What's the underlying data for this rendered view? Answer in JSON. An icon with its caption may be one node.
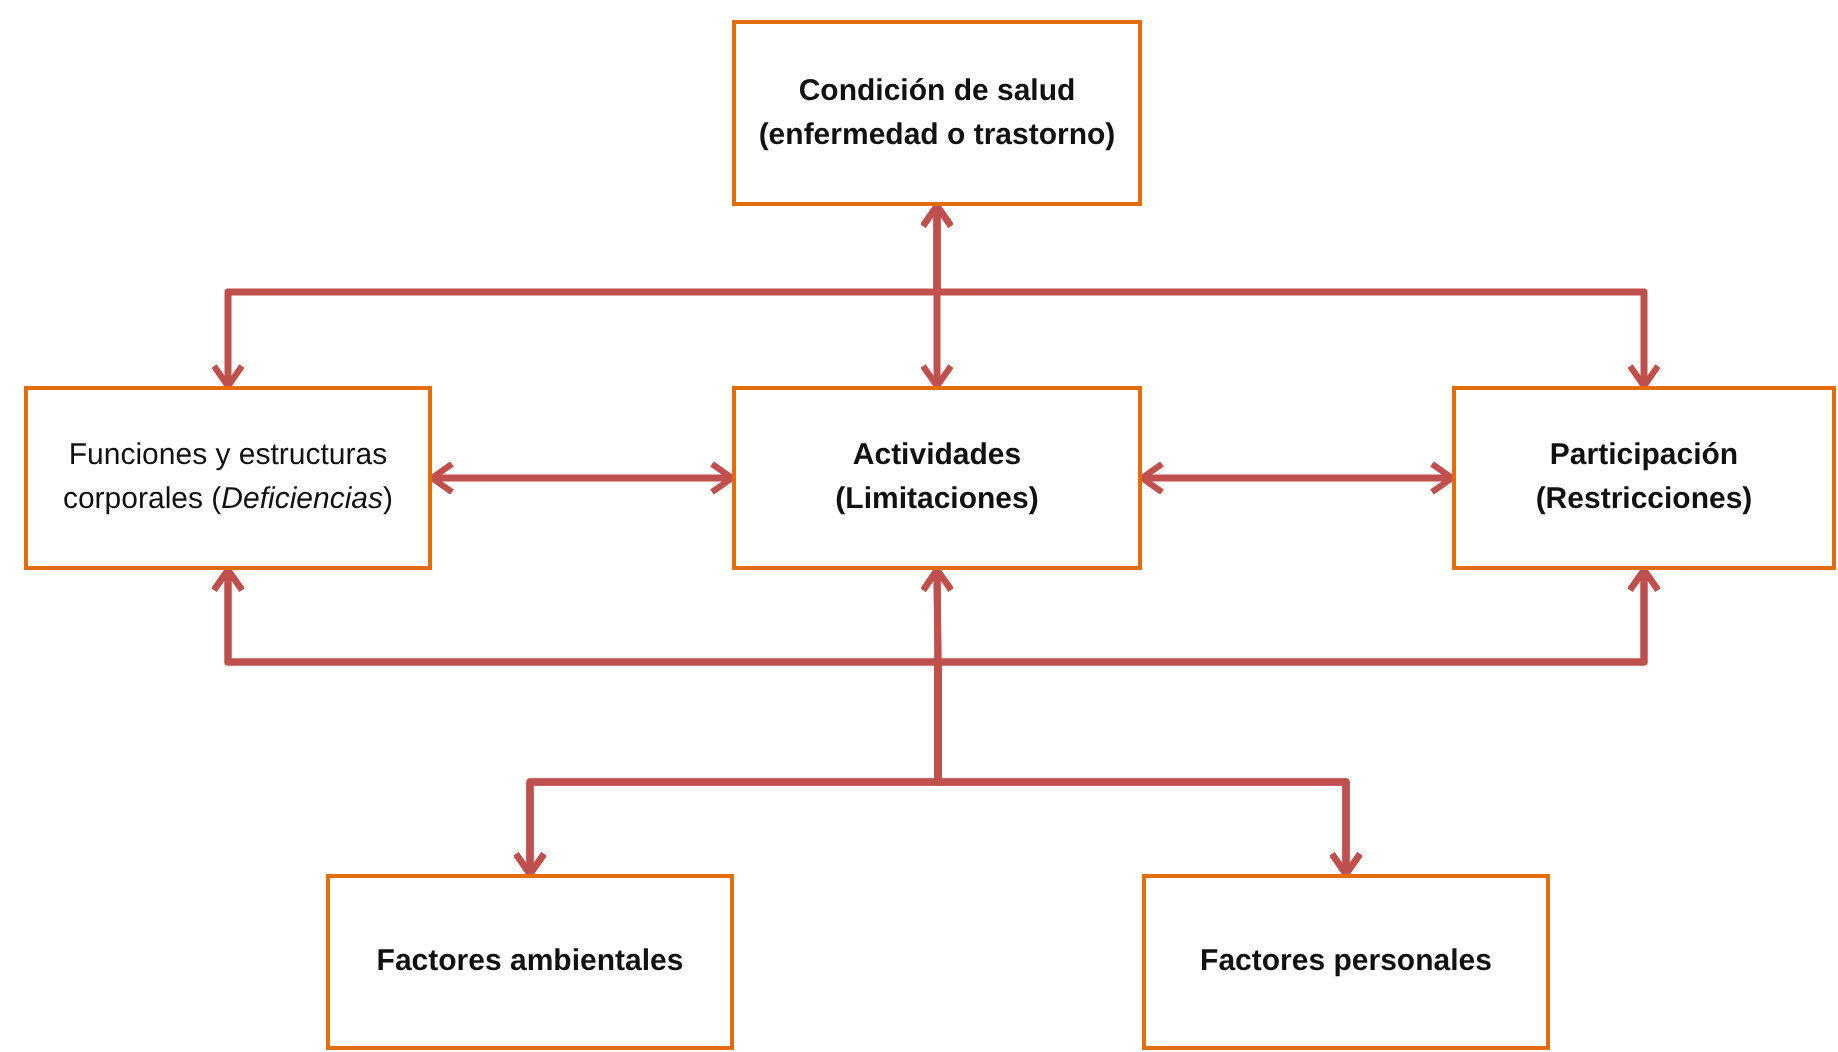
{
  "diagram": {
    "nodes": [
      {
        "text": [
          "Condición de salud (enfermedad o trastorno)"
        ]
      },
      {
        "text": [
          "Funciones y estructuras corporales (*Deficiencias*)"
        ]
      },
      {
        "text": [
          "Actividades (Limitaciones)"
        ]
      },
      {
        "text": [
          "Participación (Restricciones)"
        ]
      },
      {
        "text": [
          "Factores ambientales"
        ]
      },
      {
        "text": [
          "Factores personales"
        ]
      }
    ],
    "edges": [
      {
        "from": 0,
        "to": 2,
        "arrow": "both"
      },
      {
        "from": 0,
        "to": 1,
        "arrow": "both"
      },
      {
        "from": 0,
        "to": 3,
        "arrow": "both"
      },
      {
        "from": 1,
        "to": 2,
        "arrow": "both"
      },
      {
        "from": 2,
        "to": 3,
        "arrow": "both"
      },
      {
        "from": 4,
        "to": 1,
        "arrow": "both"
      },
      {
        "from": 4,
        "to": 2,
        "arrow": "both"
      },
      {
        "from": 4,
        "to": 3,
        "arrow": "both"
      },
      {
        "from": 5,
        "to": 1,
        "arrow": "both"
      },
      {
        "from": 5,
        "to": 2,
        "arrow": "both"
      },
      {
        "from": 5,
        "to": 3,
        "arrow": "both"
      }
    ]
  }
}
